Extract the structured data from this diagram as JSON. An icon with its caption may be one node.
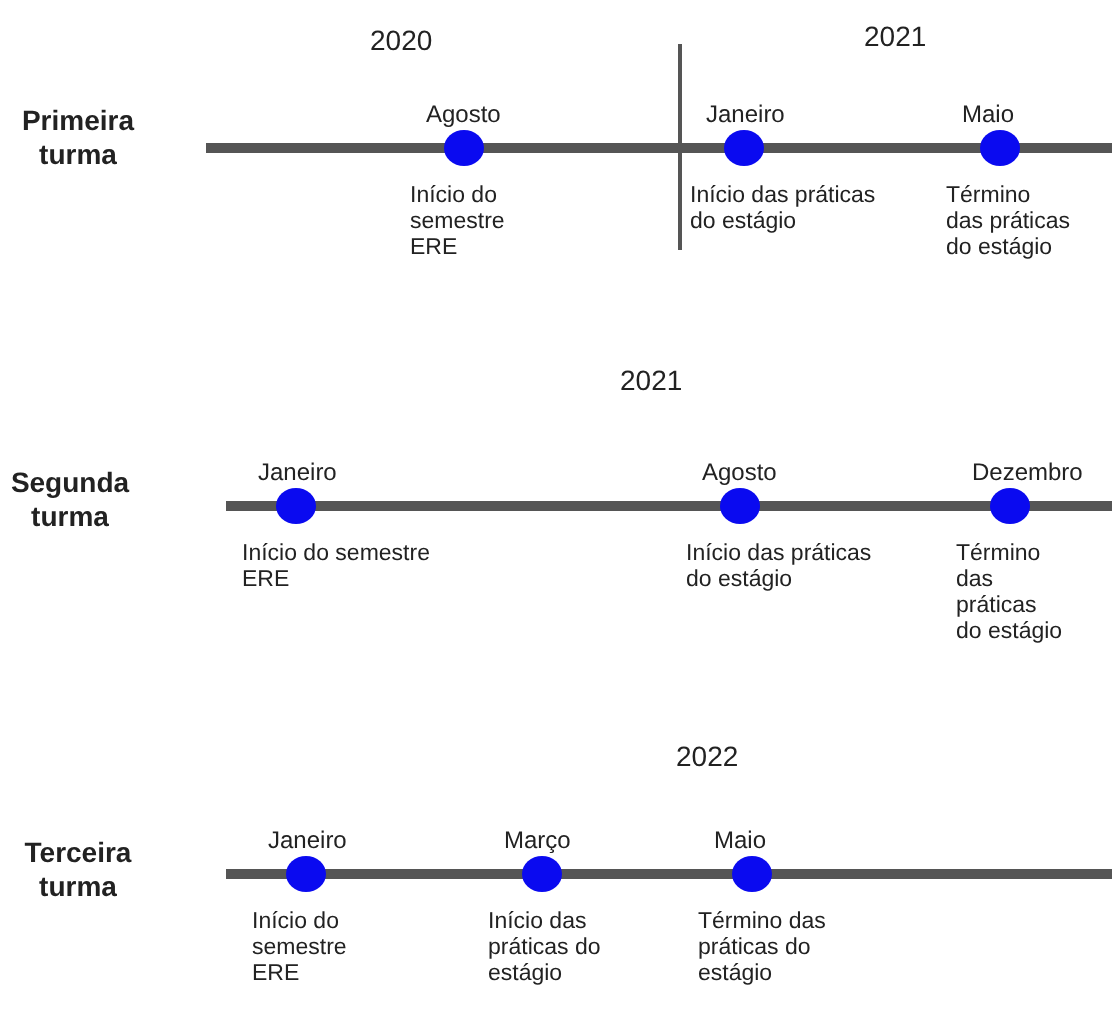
{
  "diagram": {
    "nodes": [
      {
        "text": [
          "Agosto"
        ],
        "beside": [
          "Início do semestre ERE"
        ]
      },
      {
        "text": [
          "Janeiro"
        ],
        "beside": [
          "Início das práticas do estágio"
        ]
      },
      {
        "text": [
          "Maio"
        ],
        "beside": [
          "Término das práticas do estágio"
        ]
      },
      {
        "text": [
          "Janeiro"
        ],
        "beside": [
          "Início do semestre ERE"
        ]
      },
      {
        "text": [
          "Agosto"
        ],
        "beside": [
          "Início das práticas do estágio"
        ]
      },
      {
        "text": [
          "Dezembro"
        ],
        "beside": [
          "Término das práticas do estágio"
        ]
      },
      {
        "text": [
          "Janeiro"
        ],
        "beside": [
          "Início do semestre ERE"
        ]
      },
      {
        "text": [
          "Março"
        ],
        "beside": [
          "Início das práticas do estágio"
        ]
      },
      {
        "text": [
          "Maio"
        ],
        "beside": [
          "Término das práticas do estágio"
        ]
      }
    ],
    "edges": [],
    "labels": [
      "2020",
      "2021",
      "Primeira turma",
      "2021",
      "Segunda turma",
      "2022",
      "Terceira turma"
    ]
  }
}
